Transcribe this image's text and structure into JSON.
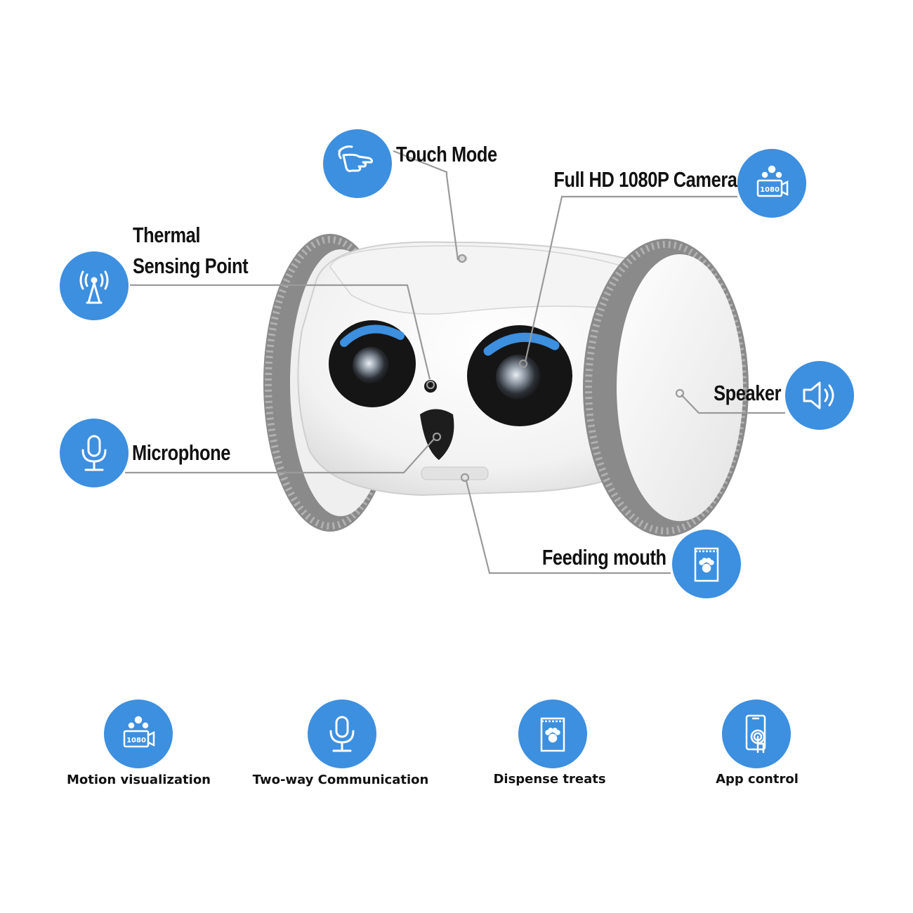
{
  "callouts": {
    "touch_mode": {
      "label": "Touch Mode",
      "icon": "hand-tap-icon"
    },
    "camera": {
      "label": "Full HD 1080P Camera",
      "icon": "camera-1080-icon",
      "badge": "1080"
    },
    "thermal_line1": {
      "label": "Thermal"
    },
    "thermal_line2": {
      "label": "Sensing Point",
      "icon": "antenna-signal-icon"
    },
    "speaker": {
      "label": "Speaker",
      "icon": "speaker-icon"
    },
    "microphone": {
      "label": "Microphone",
      "icon": "microphone-icon"
    },
    "feeding_mouth": {
      "label": "Feeding mouth",
      "icon": "treat-bag-icon"
    }
  },
  "features": [
    {
      "label": "Motion visualization",
      "icon": "camera-1080-icon",
      "badge": "1080"
    },
    {
      "label": "Two-way Communication",
      "icon": "microphone-icon"
    },
    {
      "label": "Dispense treats",
      "icon": "treat-bag-icon"
    },
    {
      "label": "App control",
      "icon": "phone-touch-icon"
    }
  ],
  "colors": {
    "accent": "#3d8fdf",
    "text": "#111111",
    "leader": "#9a9a9a"
  }
}
